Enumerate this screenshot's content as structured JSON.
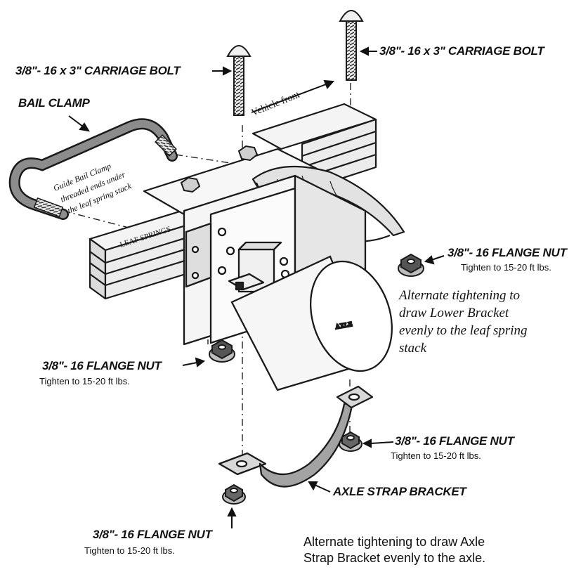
{
  "labels": {
    "carriage_bolt_left": "3/8\"- 16 x 3\" CARRIAGE BOLT",
    "carriage_bolt_right": "3/8\"- 16 x 3\" CARRIAGE BOLT",
    "bail_clamp": "BAIL CLAMP",
    "vehicle_front": "Vehicle front",
    "guide_note": [
      "Guide Bail Clamp",
      "threaded ends under",
      "the leaf spring stack"
    ],
    "leaf_springs": "LEAF SPRINGS",
    "axle": "AXLE",
    "flange_nut_right": "3/8\"- 16 FLANGE NUT",
    "flange_nut_right_torque": "Tighten to 15-20 ft lbs.",
    "flange_nut_left": "3/8\"- 16 FLANGE NUT",
    "flange_nut_left_torque": "Tighten to 15-20 ft lbs.",
    "flange_nut_lower_right": "3/8\"- 16 FLANGE NUT",
    "flange_nut_lower_right_torque": "Tighten to 15-20 ft lbs.",
    "flange_nut_bottom": "3/8\"- 16 FLANGE NUT",
    "flange_nut_bottom_torque": "Tighten to 15-20 ft lbs.",
    "axle_strap_bracket": "AXLE STRAP BRACKET"
  },
  "notes": {
    "lower_bracket": [
      "Alternate tightening to",
      "draw Lower Bracket",
      "evenly to the leaf spring",
      "stack"
    ],
    "axle_strap": [
      "Alternate tightening to draw Axle",
      "Strap Bracket evenly to the axle."
    ]
  },
  "colors": {
    "line": "#1a1a1a",
    "fill_light": "#f2f2f2",
    "fill_mid": "#d9d9d9",
    "fill_dark": "#9a9a9a"
  }
}
